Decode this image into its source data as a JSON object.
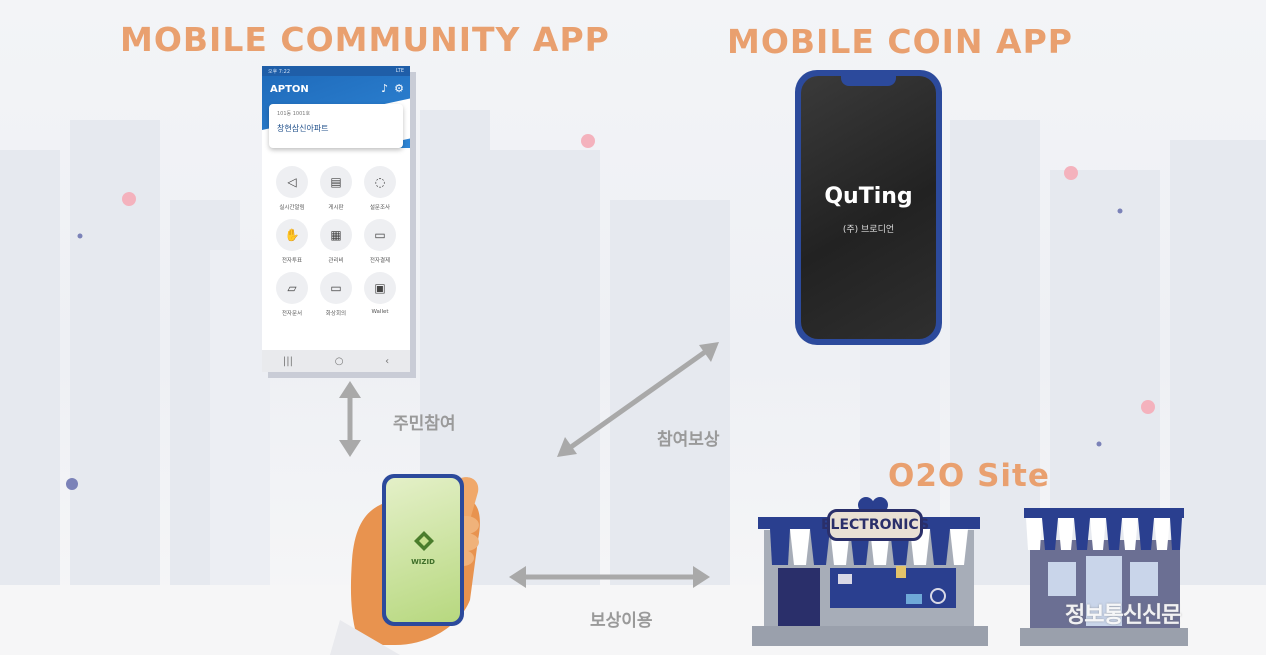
{
  "headings": {
    "community": "MOBILE COMMUNITY APP",
    "coin": "MOBILE COIN APP",
    "o2o": "O2O Site"
  },
  "flows": {
    "participate": "주민참여",
    "reward": "참여보상",
    "use": "보상이용"
  },
  "community_app": {
    "status_left": "오후 7:22",
    "status_right": "LTE",
    "logo": "APTON",
    "card_sub": "101동 1001호",
    "card_title": "창현삼신아파트",
    "menu": [
      {
        "label": "실시간알림",
        "icon": "megaphone-icon",
        "glyph": "◁"
      },
      {
        "label": "게시판",
        "icon": "document-icon",
        "glyph": "▤"
      },
      {
        "label": "설문조사",
        "icon": "chat-icon",
        "glyph": "◌"
      },
      {
        "label": "전자투표",
        "icon": "vote-icon",
        "glyph": "✋"
      },
      {
        "label": "관리비",
        "icon": "bill-icon",
        "glyph": "▦"
      },
      {
        "label": "전자결제",
        "icon": "payment-icon",
        "glyph": "▭"
      },
      {
        "label": "전자문서",
        "icon": "folder-icon",
        "glyph": "▱"
      },
      {
        "label": "화상회의",
        "icon": "monitor-icon",
        "glyph": "▭"
      },
      {
        "label": "Wallet",
        "icon": "wallet-icon",
        "glyph": "▣"
      }
    ],
    "nav": [
      "|||",
      "○",
      "‹"
    ]
  },
  "coin_app": {
    "logo": "QuTing",
    "sub": "(주) 브로디언"
  },
  "wiz_app": {
    "label": "WIZID"
  },
  "store": {
    "sign": "ELECTRONICS"
  },
  "watermark": "정보통신신문",
  "colors": {
    "heading": "#e9a06f",
    "phone_frame": "#2c4a9c",
    "arrow": "#a9a9a9",
    "awning_blue": "#2a3f8f"
  }
}
